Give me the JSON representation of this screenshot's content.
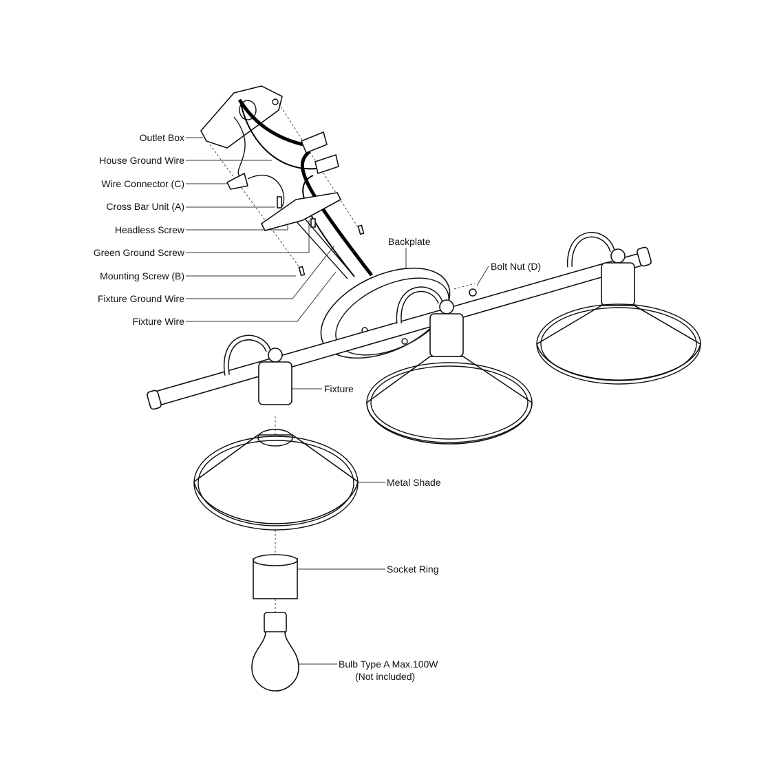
{
  "title": "Exploded assembly diagram - 3-light vanity fixture",
  "left_labels": [
    "Outlet Box",
    "House Ground Wire",
    "Wire Connector (C)",
    "Cross Bar Unit (A)",
    "Headless Screw",
    "Green Ground Screw",
    "Mounting Screw (B)",
    "Fixture Ground Wire",
    "Fixture Wire"
  ],
  "right_labels": {
    "backplate": "Backplate",
    "bolt_nut": "Bolt Nut (D)",
    "fixture": "Fixture",
    "metal_shade": "Metal Shade",
    "socket_ring": "Socket Ring",
    "bulb": "Bulb Type A Max.100W",
    "bulb_note": "(Not included)"
  }
}
